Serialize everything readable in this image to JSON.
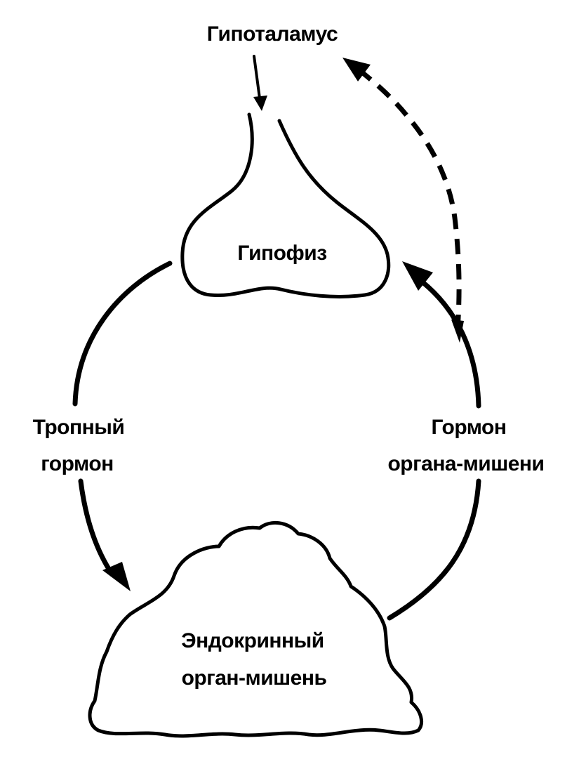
{
  "diagram": {
    "nodes": {
      "hypothalamus": "Гипоталамус",
      "pituitary": "Гипофиз",
      "target_organ_line1": "Эндокринный",
      "target_organ_line2": "орган-мишень"
    },
    "edges": {
      "tropic_line1": "Тропный",
      "tropic_line2": "гормон",
      "feedback_line1": "Гормон",
      "feedback_line2": "органа-мишени"
    },
    "colors": {
      "ink": "#000000",
      "background": "#ffffff"
    }
  }
}
